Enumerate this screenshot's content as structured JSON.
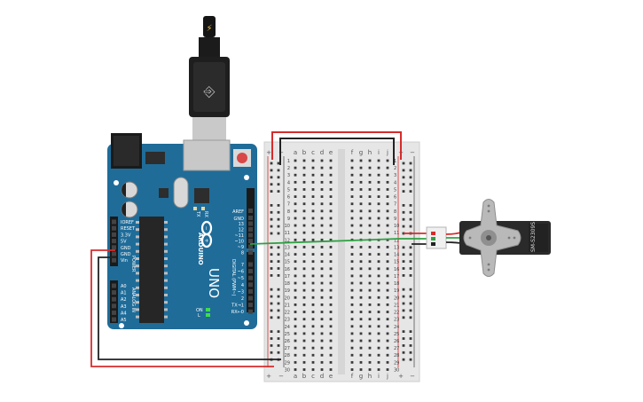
{
  "arduino": {
    "brand": "ARDUINO",
    "model": "UNO",
    "digital_header": "DIGITAL (PWM~)",
    "power_header": "POWER",
    "analog_header": "ANALOG IN",
    "aref": "AREF",
    "gnd": "GND",
    "tx_led": "TX",
    "rx_led": "RX",
    "on_label": "ON",
    "l_label": "L",
    "digital_pins": [
      "13",
      "12",
      "~11",
      "~10",
      "~9",
      "8",
      "7",
      "~6",
      "~5",
      "4",
      "~3",
      "2",
      "TX→1",
      "RX←0"
    ],
    "power_pins": [
      "IOREF",
      "RESET",
      "3.3V",
      "5V",
      "GND",
      "GND",
      "Vin"
    ],
    "analog_pins": [
      "A0",
      "A1",
      "A2",
      "A3",
      "A4",
      "A5"
    ]
  },
  "breadboard": {
    "columns_left": [
      "a",
      "b",
      "c",
      "d",
      "e"
    ],
    "columns_right": [
      "f",
      "g",
      "h",
      "i",
      "j"
    ],
    "plus": "+",
    "minus": "−",
    "row_numbers": [
      "1",
      "2",
      "3",
      "4",
      "5",
      "6",
      "7",
      "8",
      "9",
      "10",
      "11",
      "12",
      "13",
      "14",
      "15",
      "16",
      "17",
      "18",
      "19",
      "20",
      "21",
      "22",
      "23",
      "24",
      "25",
      "26",
      "27",
      "28",
      "29",
      "30"
    ]
  },
  "servo": {
    "model": "SM-S2309S"
  },
  "colors": {
    "board": "#1f6c99",
    "board_dark": "#185a80",
    "wire_red": "#d62c2c",
    "wire_black": "#222222",
    "wire_green": "#2ea043",
    "breadboard": "#e6e6e6",
    "servo_body": "#2a2a2a",
    "servo_horn": "#b9b9b9"
  }
}
